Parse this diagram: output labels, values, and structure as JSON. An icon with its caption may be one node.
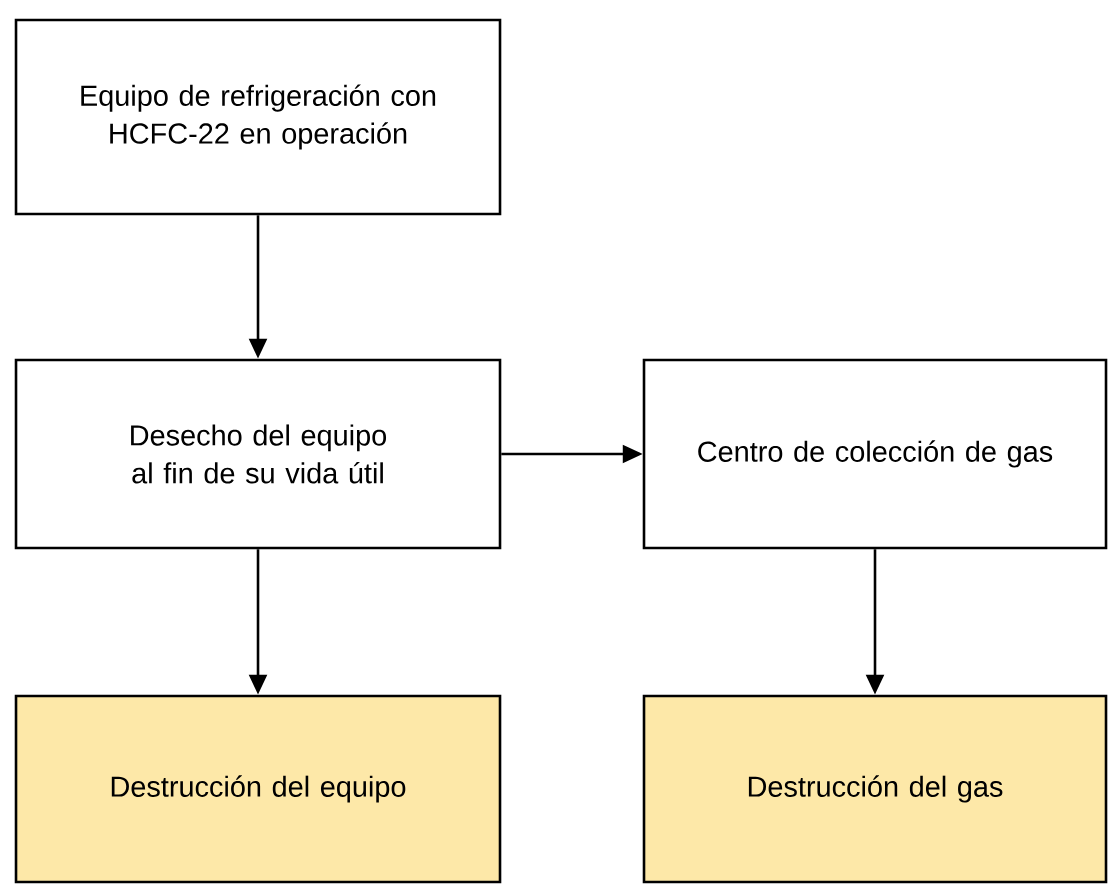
{
  "diagram": {
    "nodes": [
      {
        "text": [
          "Equipo de refrigeración con HCFC-22 en operación"
        ]
      },
      {
        "text": [
          "Desecho del equipo al fin de su vida útil"
        ]
      },
      {
        "text": [
          "Centro de colección de gas"
        ]
      },
      {
        "text": [
          "Destrucción del equipo"
        ]
      },
      {
        "text": [
          "Destrucción del gas"
        ]
      }
    ],
    "edges": [
      {
        "from": 0,
        "to": 1,
        "arrow": "to"
      },
      {
        "from": 1,
        "to": 2,
        "arrow": "to"
      },
      {
        "from": 1,
        "to": 3,
        "arrow": "to"
      },
      {
        "from": 2,
        "to": 4,
        "arrow": "to"
      }
    ]
  }
}
